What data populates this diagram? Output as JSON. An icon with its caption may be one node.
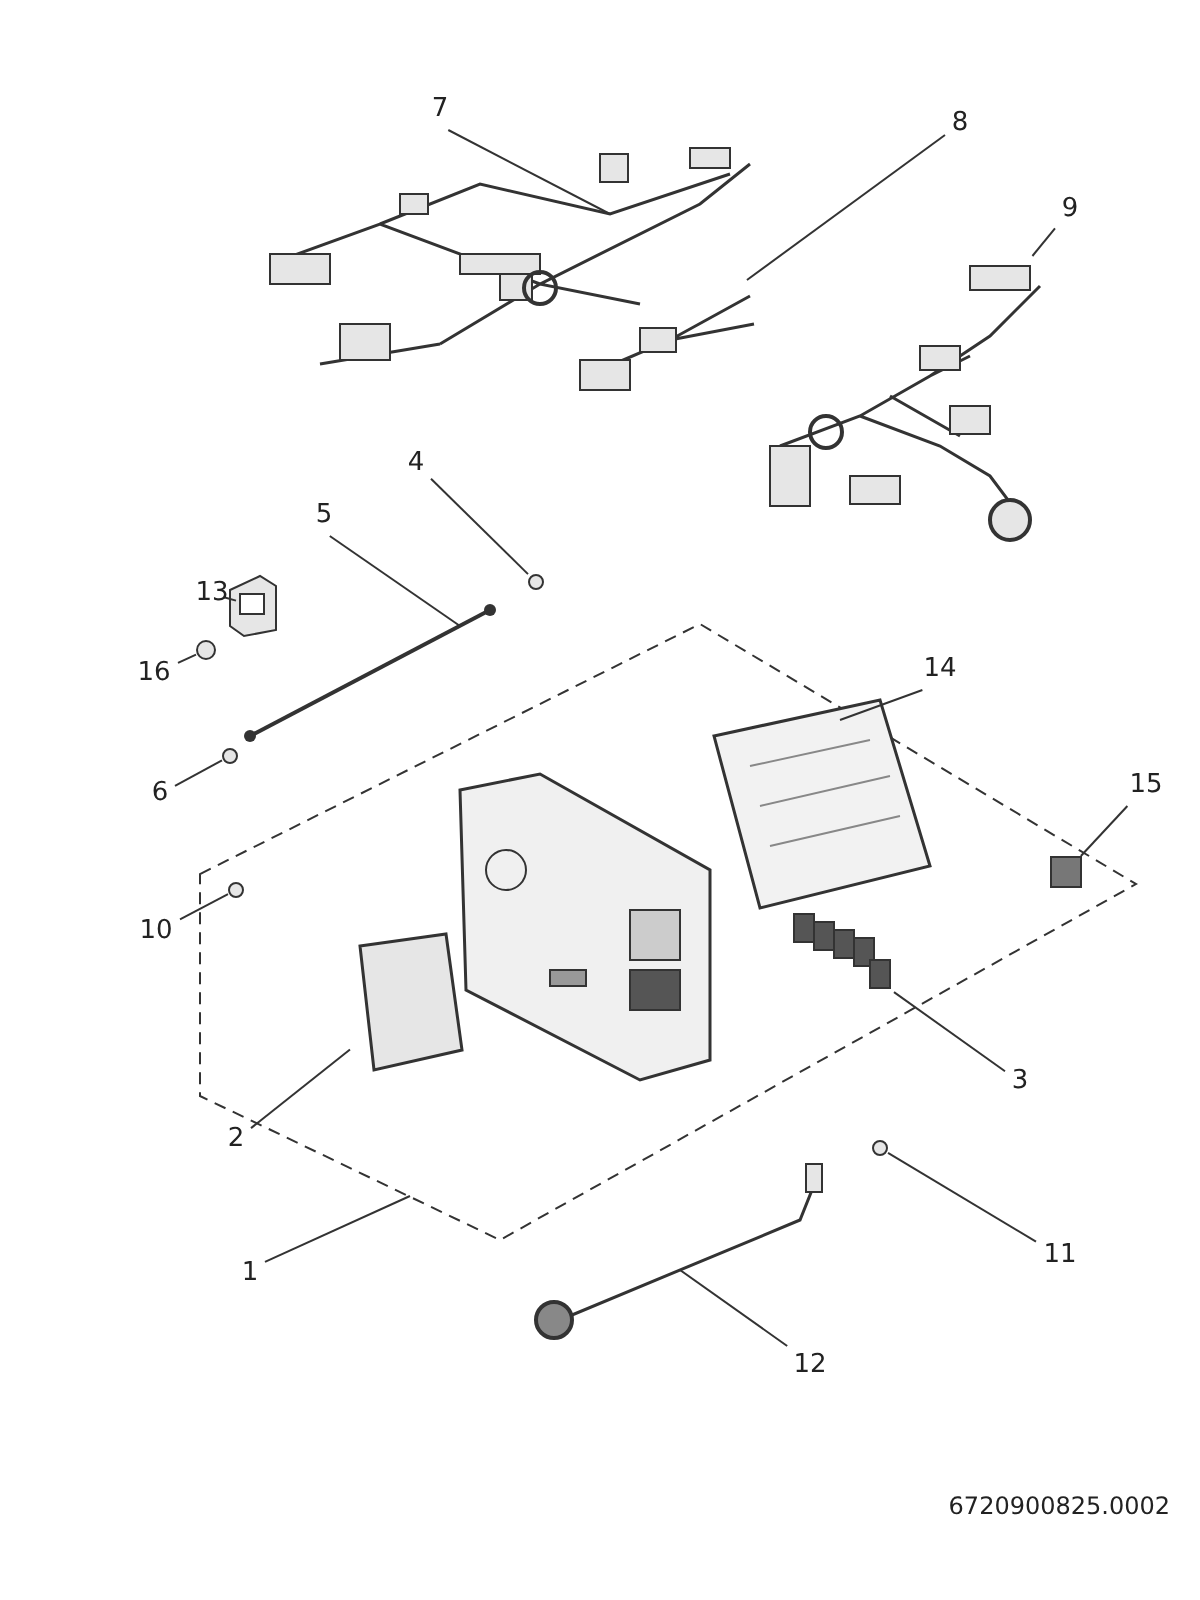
{
  "diagram": {
    "nodes": [
      {
        "text": [
          "7"
        ]
      },
      {
        "text": [
          "8"
        ]
      },
      {
        "text": [
          "9"
        ]
      },
      {
        "text": [
          "4"
        ]
      },
      {
        "text": [
          "5"
        ]
      },
      {
        "text": [
          "13"
        ]
      },
      {
        "text": [
          "16"
        ]
      },
      {
        "text": [
          "14"
        ]
      },
      {
        "text": [
          "6"
        ]
      },
      {
        "text": [
          "15"
        ]
      },
      {
        "text": [
          "10"
        ]
      },
      {
        "text": [
          "3"
        ]
      },
      {
        "text": [
          "2"
        ]
      },
      {
        "text": [
          "1"
        ]
      },
      {
        "text": [
          "11"
        ]
      },
      {
        "text": [
          "12"
        ]
      },
      {
        "text": [],
        "shape": "picture"
      },
      {
        "text": [],
        "shape": "picture"
      },
      {
        "text": [],
        "shape": "picture"
      },
      {
        "text": [],
        "shape": "circle"
      },
      {
        "text": [],
        "shape": "picture"
      },
      {
        "text": [],
        "shape": "picture"
      },
      {
        "text": [],
        "shape": "circle"
      },
      {
        "text": [],
        "shape": "picture",
        "in": 29
      },
      {
        "text": [],
        "shape": "circle"
      },
      {
        "text": [],
        "shape": "box",
        "in": 29
      },
      {
        "text": [],
        "shape": "circle",
        "in": 29
      },
      {
        "text": [],
        "shape": "picture",
        "in": 29
      },
      {
        "text": [],
        "shape": "picture",
        "in": 29
      },
      {
        "text": [],
        "shape": "box"
      },
      {
        "text": [],
        "shape": "circle"
      },
      {
        "text": [],
        "shape": "picture"
      }
    ],
    "edges": [
      {
        "from": 0,
        "to": 16,
        "arrow": "none"
      },
      {
        "from": 1,
        "to": 17,
        "arrow": "none"
      },
      {
        "from": 2,
        "to": 18,
        "arrow": "none"
      },
      {
        "from": 3,
        "to": 19,
        "arrow": "none"
      },
      {
        "from": 4,
        "to": 20,
        "arrow": "none"
      },
      {
        "from": 5,
        "to": 21,
        "arrow": "none"
      },
      {
        "from": 6,
        "to": 22,
        "arrow": "none"
      },
      {
        "from": 7,
        "to": 23,
        "arrow": "none"
      },
      {
        "from": 8,
        "to": 24,
        "arrow": "none"
      },
      {
        "from": 9,
        "to": 25,
        "arrow": "none"
      },
      {
        "from": 10,
        "to": 26,
        "arrow": "none"
      },
      {
        "from": 11,
        "to": 27,
        "arrow": "none"
      },
      {
        "from": 12,
        "to": 28,
        "arrow": "none"
      },
      {
        "from": 13,
        "to": 29,
        "arrow": "none"
      },
      {
        "from": 14,
        "to": 30,
        "arrow": "none"
      },
      {
        "from": 15,
        "to": 31,
        "arrow": "none"
      }
    ],
    "labels": [
      "6720900825.0002"
    ]
  }
}
